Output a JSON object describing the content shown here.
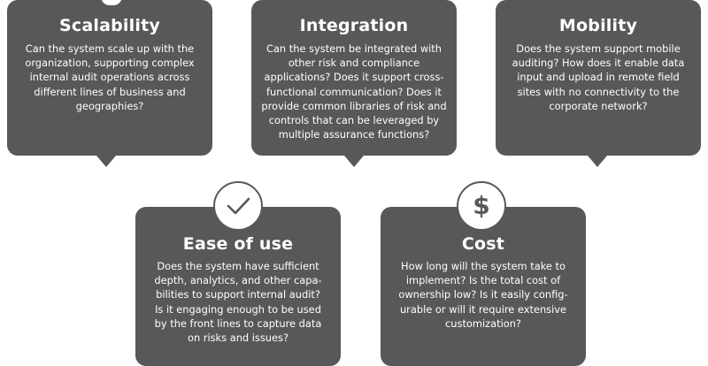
{
  "colors": {
    "card": "#58585a",
    "text": "#ffffff",
    "background": "#ffffff"
  },
  "cards": {
    "scalability": {
      "title": "Scalability",
      "lines": [
        "Can the system scale up with the",
        "organization, supporting complex",
        "internal audit operations across",
        "different lines of business and",
        "geographies?"
      ]
    },
    "integration": {
      "title": "Integration",
      "lines": [
        "Can the system be integrated with",
        "other risk and compliance",
        "applications? Does it support cross-",
        "functional communication? Does it",
        "provide common libraries of risk and",
        "controls that can be leveraged by",
        "multiple assurance functions?"
      ]
    },
    "mobility": {
      "title": "Mobility",
      "lines": [
        "Does the system support mobile",
        "auditing? How does it enable data",
        "input and upload in remote field",
        "sites with no connectivity to the",
        "corporate network?"
      ]
    },
    "ease_of_use": {
      "title": "Ease of use",
      "icon": "checkmark-icon",
      "lines": [
        "Does the system have  sufficient",
        "depth, analytics, and other capa-",
        "bilities to support internal audit?",
        "Is it engaging enough to be used",
        "by the front lines to capture data",
        "on risks and issues?"
      ]
    },
    "cost": {
      "title": "Cost",
      "icon": "dollar-icon",
      "icon_glyph": "$",
      "lines": [
        "How long will the system take to",
        "implement? Is the total cost of",
        "ownership low? Is it easily config-",
        "urable or will it require extensive",
        "customization?"
      ]
    }
  }
}
